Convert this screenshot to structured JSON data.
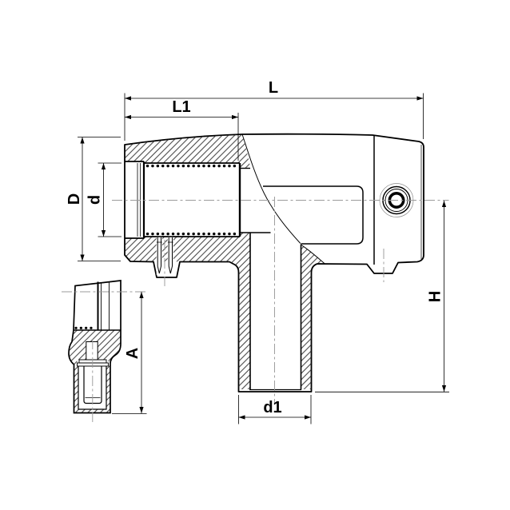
{
  "page": {
    "background": "#ffffff"
  },
  "drawing": {
    "kind": "technical-line-drawing",
    "subject": "electrofusion tee pipe fitting, sectioned side view with terminal-pin detail view",
    "colors": {
      "line": "#000000",
      "centerline": "#9b9b9b",
      "background": "#ffffff"
    },
    "dimensions": {
      "overall_length": "L",
      "socket_depth": "L1",
      "outer_diameter": "D",
      "socket_bore": "d",
      "height": "H",
      "spigot_diameter": "d1",
      "detail_height": "A"
    }
  }
}
